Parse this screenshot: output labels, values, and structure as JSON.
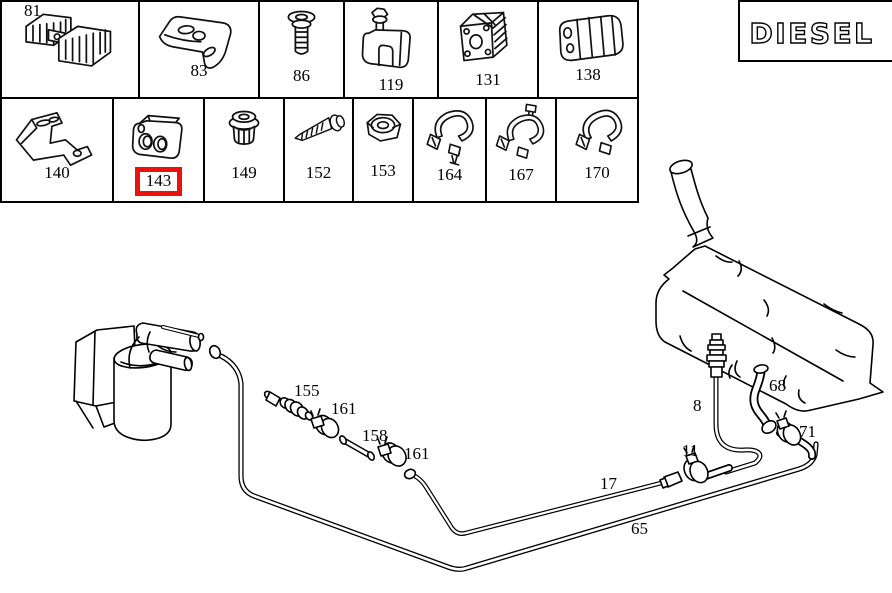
{
  "badge": {
    "label": "DIESEL"
  },
  "colors": {
    "highlight_red": "#ea120e",
    "line": "#000000",
    "background": "#ffffff"
  },
  "parts_grid": {
    "row1": [
      {
        "number": "81"
      },
      {
        "number": "83"
      },
      {
        "number": "86"
      },
      {
        "number": "119"
      },
      {
        "number": "131"
      },
      {
        "number": "138"
      }
    ],
    "row2": [
      {
        "number": "140"
      },
      {
        "number": "143",
        "highlighted": true
      },
      {
        "number": "149"
      },
      {
        "number": "152"
      },
      {
        "number": "153"
      },
      {
        "number": "164"
      },
      {
        "number": "167"
      },
      {
        "number": "170"
      }
    ]
  },
  "diagram": {
    "labels": {
      "inline_filter": "155",
      "clamp_front": "161",
      "connector_hose": "158",
      "clamp_rear": "161",
      "fuel_pipe_front": "17",
      "fuel_pipe_main": "65",
      "hose_clamp_join": "11",
      "tank_outlet_pipe": "8",
      "tank_hose": "68",
      "tank_hose_clamp": "71"
    }
  }
}
